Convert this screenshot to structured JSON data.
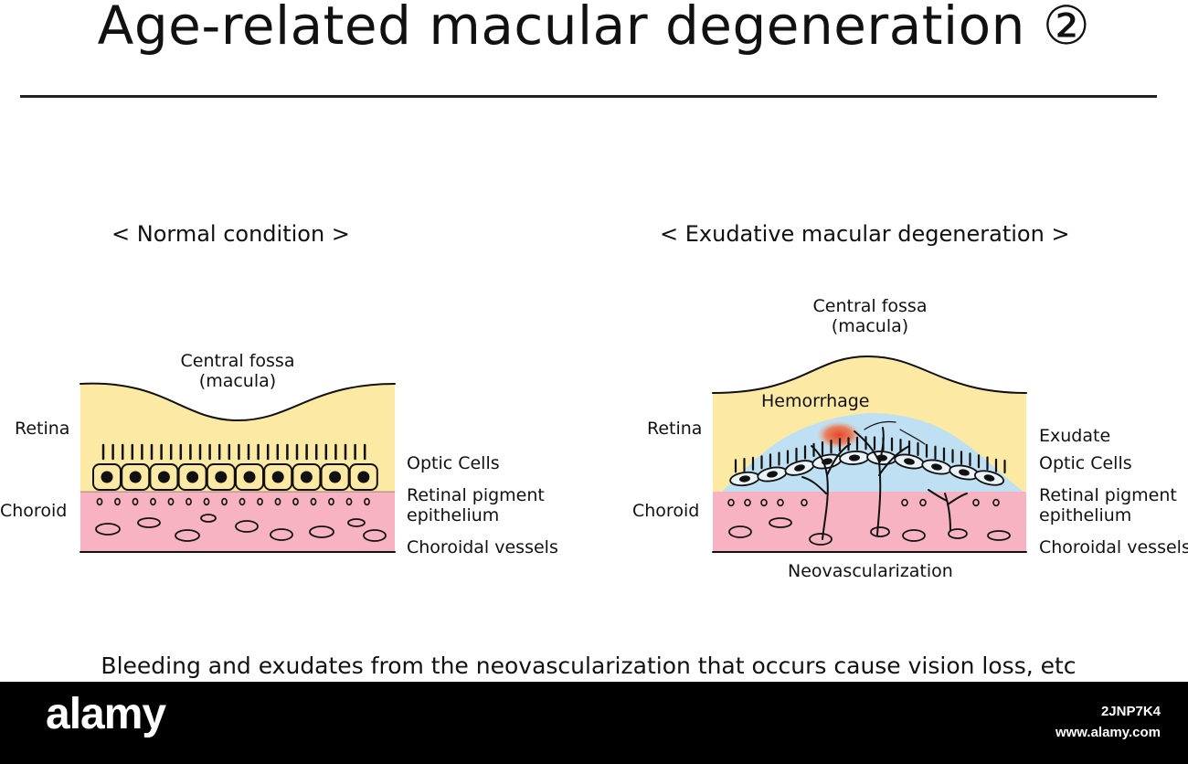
{
  "title": "Age-related macular degeneration ②",
  "left_panel": {
    "heading": "< Normal condition >",
    "fossa_line1": "Central fossa",
    "fossa_line2": "(macula)",
    "retina": "Retina",
    "choroid": "Choroid",
    "optic_cells": "Optic Cells",
    "rpe_line1": "Retinal pigment",
    "rpe_line2": "epithelium",
    "choroidal_vessels": "Choroidal vessels"
  },
  "right_panel": {
    "heading": "< Exudative macular degeneration >",
    "fossa_line1": "Central fossa",
    "fossa_line2": "(macula)",
    "hemorrhage": "Hemorrhage",
    "retina": "Retina",
    "choroid": "Choroid",
    "exudate": "Exudate",
    "optic_cells": "Optic Cells",
    "rpe_line1": "Retinal pigment",
    "rpe_line2": "epithelium",
    "choroidal_vessels": "Choroidal vessels",
    "neovascularization": "Neovascularization"
  },
  "caption": "Bleeding and exudates from the neovascularization that occurs cause vision loss, etc",
  "watermark": {
    "logo": "alamy",
    "image_id": "2JNP7K4",
    "site": "www.alamy.com"
  },
  "colors": {
    "retina": "#fbe9a4",
    "choroid": "#f7b3c1",
    "exudate": "#bfdff2",
    "hemorrhage": "#e8452a",
    "line": "#111111"
  }
}
